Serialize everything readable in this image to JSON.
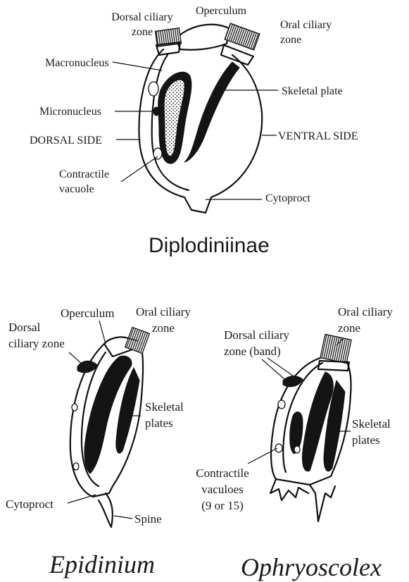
{
  "top_panel": {
    "title": "Diplodiniinae",
    "labels": {
      "dorsal_ciliary_zone": [
        "Dorsal ciliary",
        "zone"
      ],
      "operculum": "Operculum",
      "oral_ciliary_zone": [
        "Oral ciliary",
        "zone"
      ],
      "macronucleus": "Macronucleus",
      "skeletal_plate": "Skeletal plate",
      "micronucleus": "Micronucleus",
      "dorsal_side": "DORSAL SIDE",
      "ventral_side": "VENTRAL SIDE",
      "contractile_vacuole": [
        "Contractile",
        "vacuole"
      ],
      "cytoproct": "Cytoproct"
    }
  },
  "epidinium": {
    "name": "Epidinium",
    "labels": {
      "operculum": "Operculum",
      "oral_ciliary_zone": [
        "Oral ciliary",
        "zone"
      ],
      "dorsal_ciliary_zone": [
        "Dorsal",
        "ciliary zone"
      ],
      "skeletal_plates": [
        "Skeletal",
        "plates"
      ],
      "cytoproct": "Cytoproct",
      "spine": "Spine"
    }
  },
  "ophryoscolex": {
    "name": "Ophryoscolex",
    "labels": {
      "oral_ciliary_zone": [
        "Oral ciliary",
        "zone"
      ],
      "dorsal_ciliary_zone": [
        "Dorsal ciliary",
        "zone (band)"
      ],
      "skeletal_plates": [
        "Skeletal",
        "plates"
      ],
      "contractile_vacuoles": [
        "Contractile",
        "vaculoes",
        "(9 or 15)"
      ]
    }
  },
  "colors": {
    "ink": "#111111",
    "background": "#ffffff"
  }
}
